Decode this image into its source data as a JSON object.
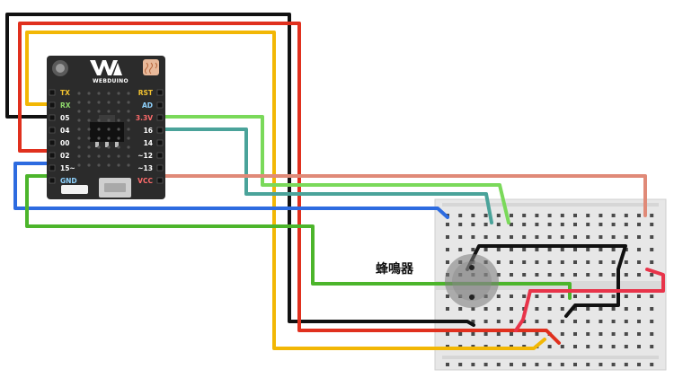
{
  "board": {
    "brand": "WEBDUINO",
    "logo_icon": "wa-logo-icon",
    "color": "#2b2b2b",
    "left_pins": [
      {
        "label": "TX",
        "color": "#f2c230"
      },
      {
        "label": "RX",
        "color": "#8ed96b"
      },
      {
        "label": "05",
        "color": "#ffffff"
      },
      {
        "label": "04",
        "color": "#ffffff"
      },
      {
        "label": "00",
        "color": "#ffffff"
      },
      {
        "label": "02",
        "color": "#ffffff"
      },
      {
        "label": "15~",
        "color": "#ffffff"
      },
      {
        "label": "GND",
        "color": "#8fd3ff"
      }
    ],
    "right_pins": [
      {
        "label": "RST",
        "color": "#f2c230"
      },
      {
        "label": "AD",
        "color": "#8fd3ff"
      },
      {
        "label": "3.3V",
        "color": "#ff6b6b"
      },
      {
        "label": "16",
        "color": "#ffffff"
      },
      {
        "label": "14",
        "color": "#ffffff"
      },
      {
        "label": "~12",
        "color": "#ffffff"
      },
      {
        "label": "~13",
        "color": "#ffffff"
      },
      {
        "label": "VCC",
        "color": "#ff6b6b"
      }
    ]
  },
  "buzzer": {
    "label": "蜂鳴器"
  },
  "wire_colors": {
    "black": "#111111",
    "red": "#e0301e",
    "yellow": "#f2b705",
    "blue": "#2d6be0",
    "green": "#4cb52b",
    "light_green": "#7ad95a",
    "teal": "#4aa39a",
    "salmon": "#e08a78",
    "pink_red": "#e8344a"
  }
}
